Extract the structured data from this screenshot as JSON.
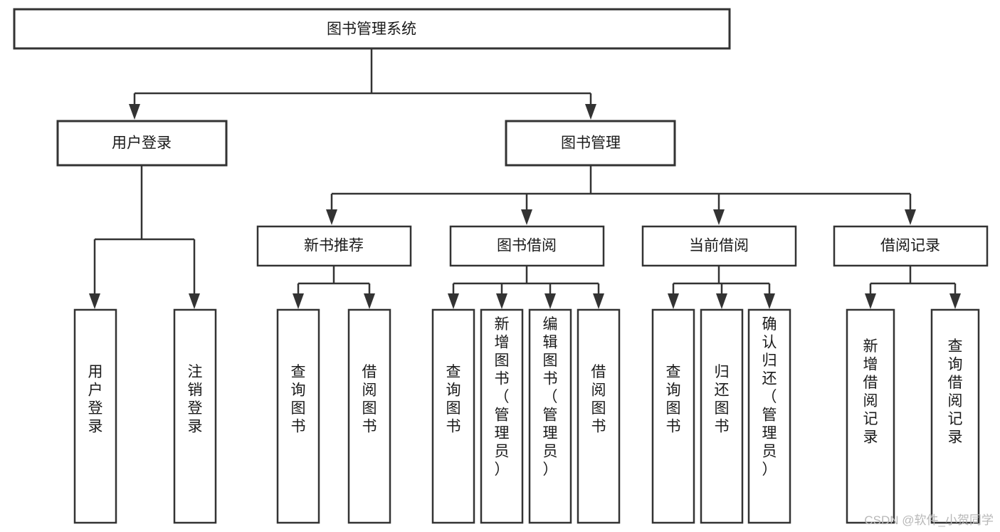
{
  "diagram": {
    "title": "图书管理系统",
    "type": "tree-hierarchy",
    "root": {
      "id": "root",
      "label": "图书管理系统"
    },
    "level2": [
      {
        "id": "user-login",
        "label": "用户登录"
      },
      {
        "id": "book-manage",
        "label": "图书管理"
      }
    ],
    "level3": [
      {
        "id": "new-book-rec",
        "label": "新书推荐",
        "parent": "book-manage"
      },
      {
        "id": "book-borrow",
        "label": "图书借阅",
        "parent": "book-manage"
      },
      {
        "id": "current-borrow",
        "label": "当前借阅",
        "parent": "book-manage"
      },
      {
        "id": "borrow-record",
        "label": "借阅记录",
        "parent": "book-manage"
      }
    ],
    "leaves": [
      {
        "id": "leaf-user-login",
        "label": "用户登录",
        "parent": "user-login"
      },
      {
        "id": "leaf-user-logout",
        "label": "注销登录",
        "parent": "user-login"
      },
      {
        "id": "leaf-query-book-1",
        "label": "查询图书",
        "parent": "new-book-rec"
      },
      {
        "id": "leaf-borrow-book-1",
        "label": "借阅图书",
        "parent": "new-book-rec"
      },
      {
        "id": "leaf-query-book-2",
        "label": "查询图书",
        "parent": "book-borrow"
      },
      {
        "id": "leaf-add-book",
        "label": "新增图书（管理员）",
        "parent": "book-borrow"
      },
      {
        "id": "leaf-edit-book",
        "label": "编辑图书（管理员）",
        "parent": "book-borrow"
      },
      {
        "id": "leaf-borrow-book-2",
        "label": "借阅图书",
        "parent": "book-borrow"
      },
      {
        "id": "leaf-query-book-3",
        "label": "查询图书",
        "parent": "current-borrow"
      },
      {
        "id": "leaf-return-book",
        "label": "归还图书",
        "parent": "current-borrow"
      },
      {
        "id": "leaf-confirm-return",
        "label": "确认归还（管理员）",
        "parent": "current-borrow"
      },
      {
        "id": "leaf-add-record",
        "label": "新增借阅记录",
        "parent": "borrow-record"
      },
      {
        "id": "leaf-query-record",
        "label": "查询借阅记录",
        "parent": "borrow-record"
      }
    ]
  },
  "watermark": {
    "text": "CSDN @软件_小贺同学"
  },
  "colors": {
    "stroke": "#333333",
    "fill": "#ffffff",
    "text": "#1a1a1a",
    "watermark": "#b8b8b8",
    "background": "#ffffff"
  }
}
